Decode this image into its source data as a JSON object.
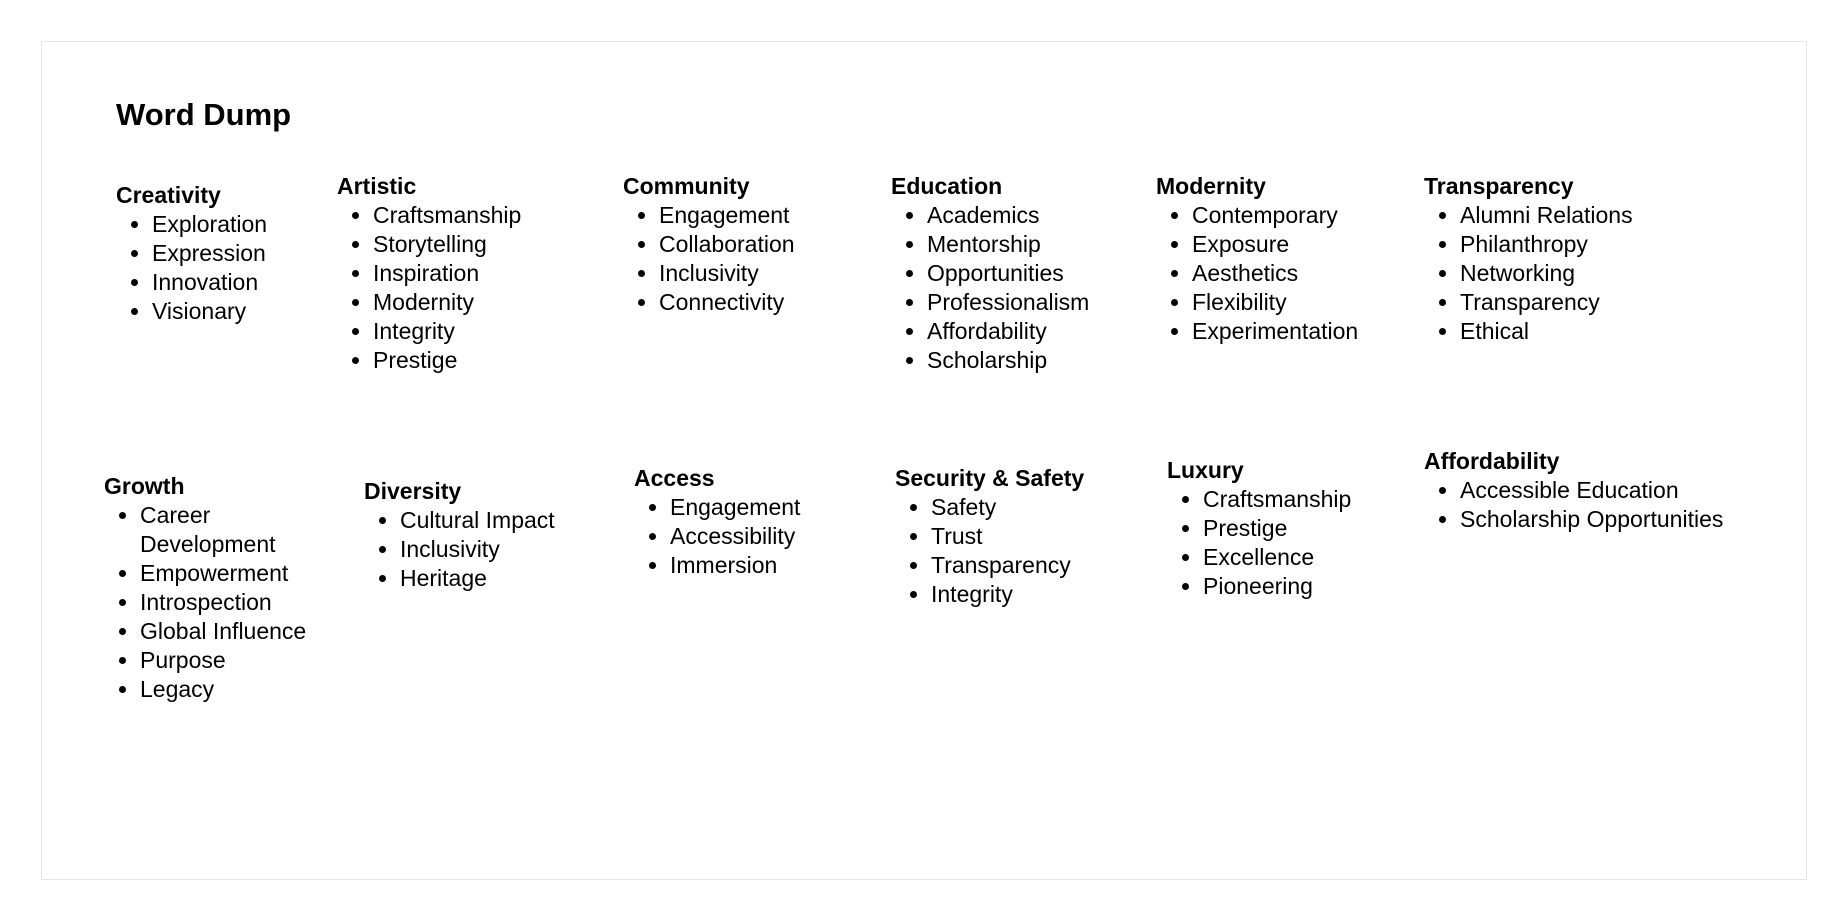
{
  "title": "Word Dump",
  "groups": [
    {
      "heading": "Creativity",
      "items": [
        "Exploration",
        "Expression",
        "Innovation",
        "Visionary"
      ]
    },
    {
      "heading": "Artistic",
      "items": [
        "Craftsmanship",
        "Storytelling",
        "Inspiration",
        "Modernity",
        "Integrity",
        "Prestige"
      ]
    },
    {
      "heading": "Community",
      "items": [
        "Engagement",
        "Collaboration",
        "Inclusivity",
        "Connectivity"
      ]
    },
    {
      "heading": "Education",
      "items": [
        "Academics",
        "Mentorship",
        "Opportunities",
        "Professionalism",
        "Affordability",
        "Scholarship"
      ]
    },
    {
      "heading": "Modernity",
      "items": [
        "Contemporary",
        "Exposure",
        "Aesthetics",
        "Flexibility",
        "Experimentation"
      ]
    },
    {
      "heading": "Transparency",
      "items": [
        "Alumni Relations",
        "Philanthropy",
        "Networking",
        "Transparency",
        "Ethical"
      ]
    },
    {
      "heading": "Growth",
      "items": [
        "Career Development",
        "Empowerment",
        "Introspection",
        "Global Influence",
        "Purpose",
        "Legacy"
      ]
    },
    {
      "heading": "Diversity",
      "items": [
        "Cultural Impact",
        "Inclusivity",
        "Heritage"
      ]
    },
    {
      "heading": "Access",
      "items": [
        "Engagement",
        "Accessibility",
        "Immersion"
      ]
    },
    {
      "heading": "Security & Safety",
      "items": [
        "Safety",
        "Trust",
        "Transparency",
        "Integrity"
      ]
    },
    {
      "heading": "Luxury",
      "items": [
        "Craftsmanship",
        "Prestige",
        "Excellence",
        "Pioneering"
      ]
    },
    {
      "heading": "Affordability",
      "items": [
        "Accessible Education",
        "Scholarship Opportunities"
      ]
    }
  ]
}
